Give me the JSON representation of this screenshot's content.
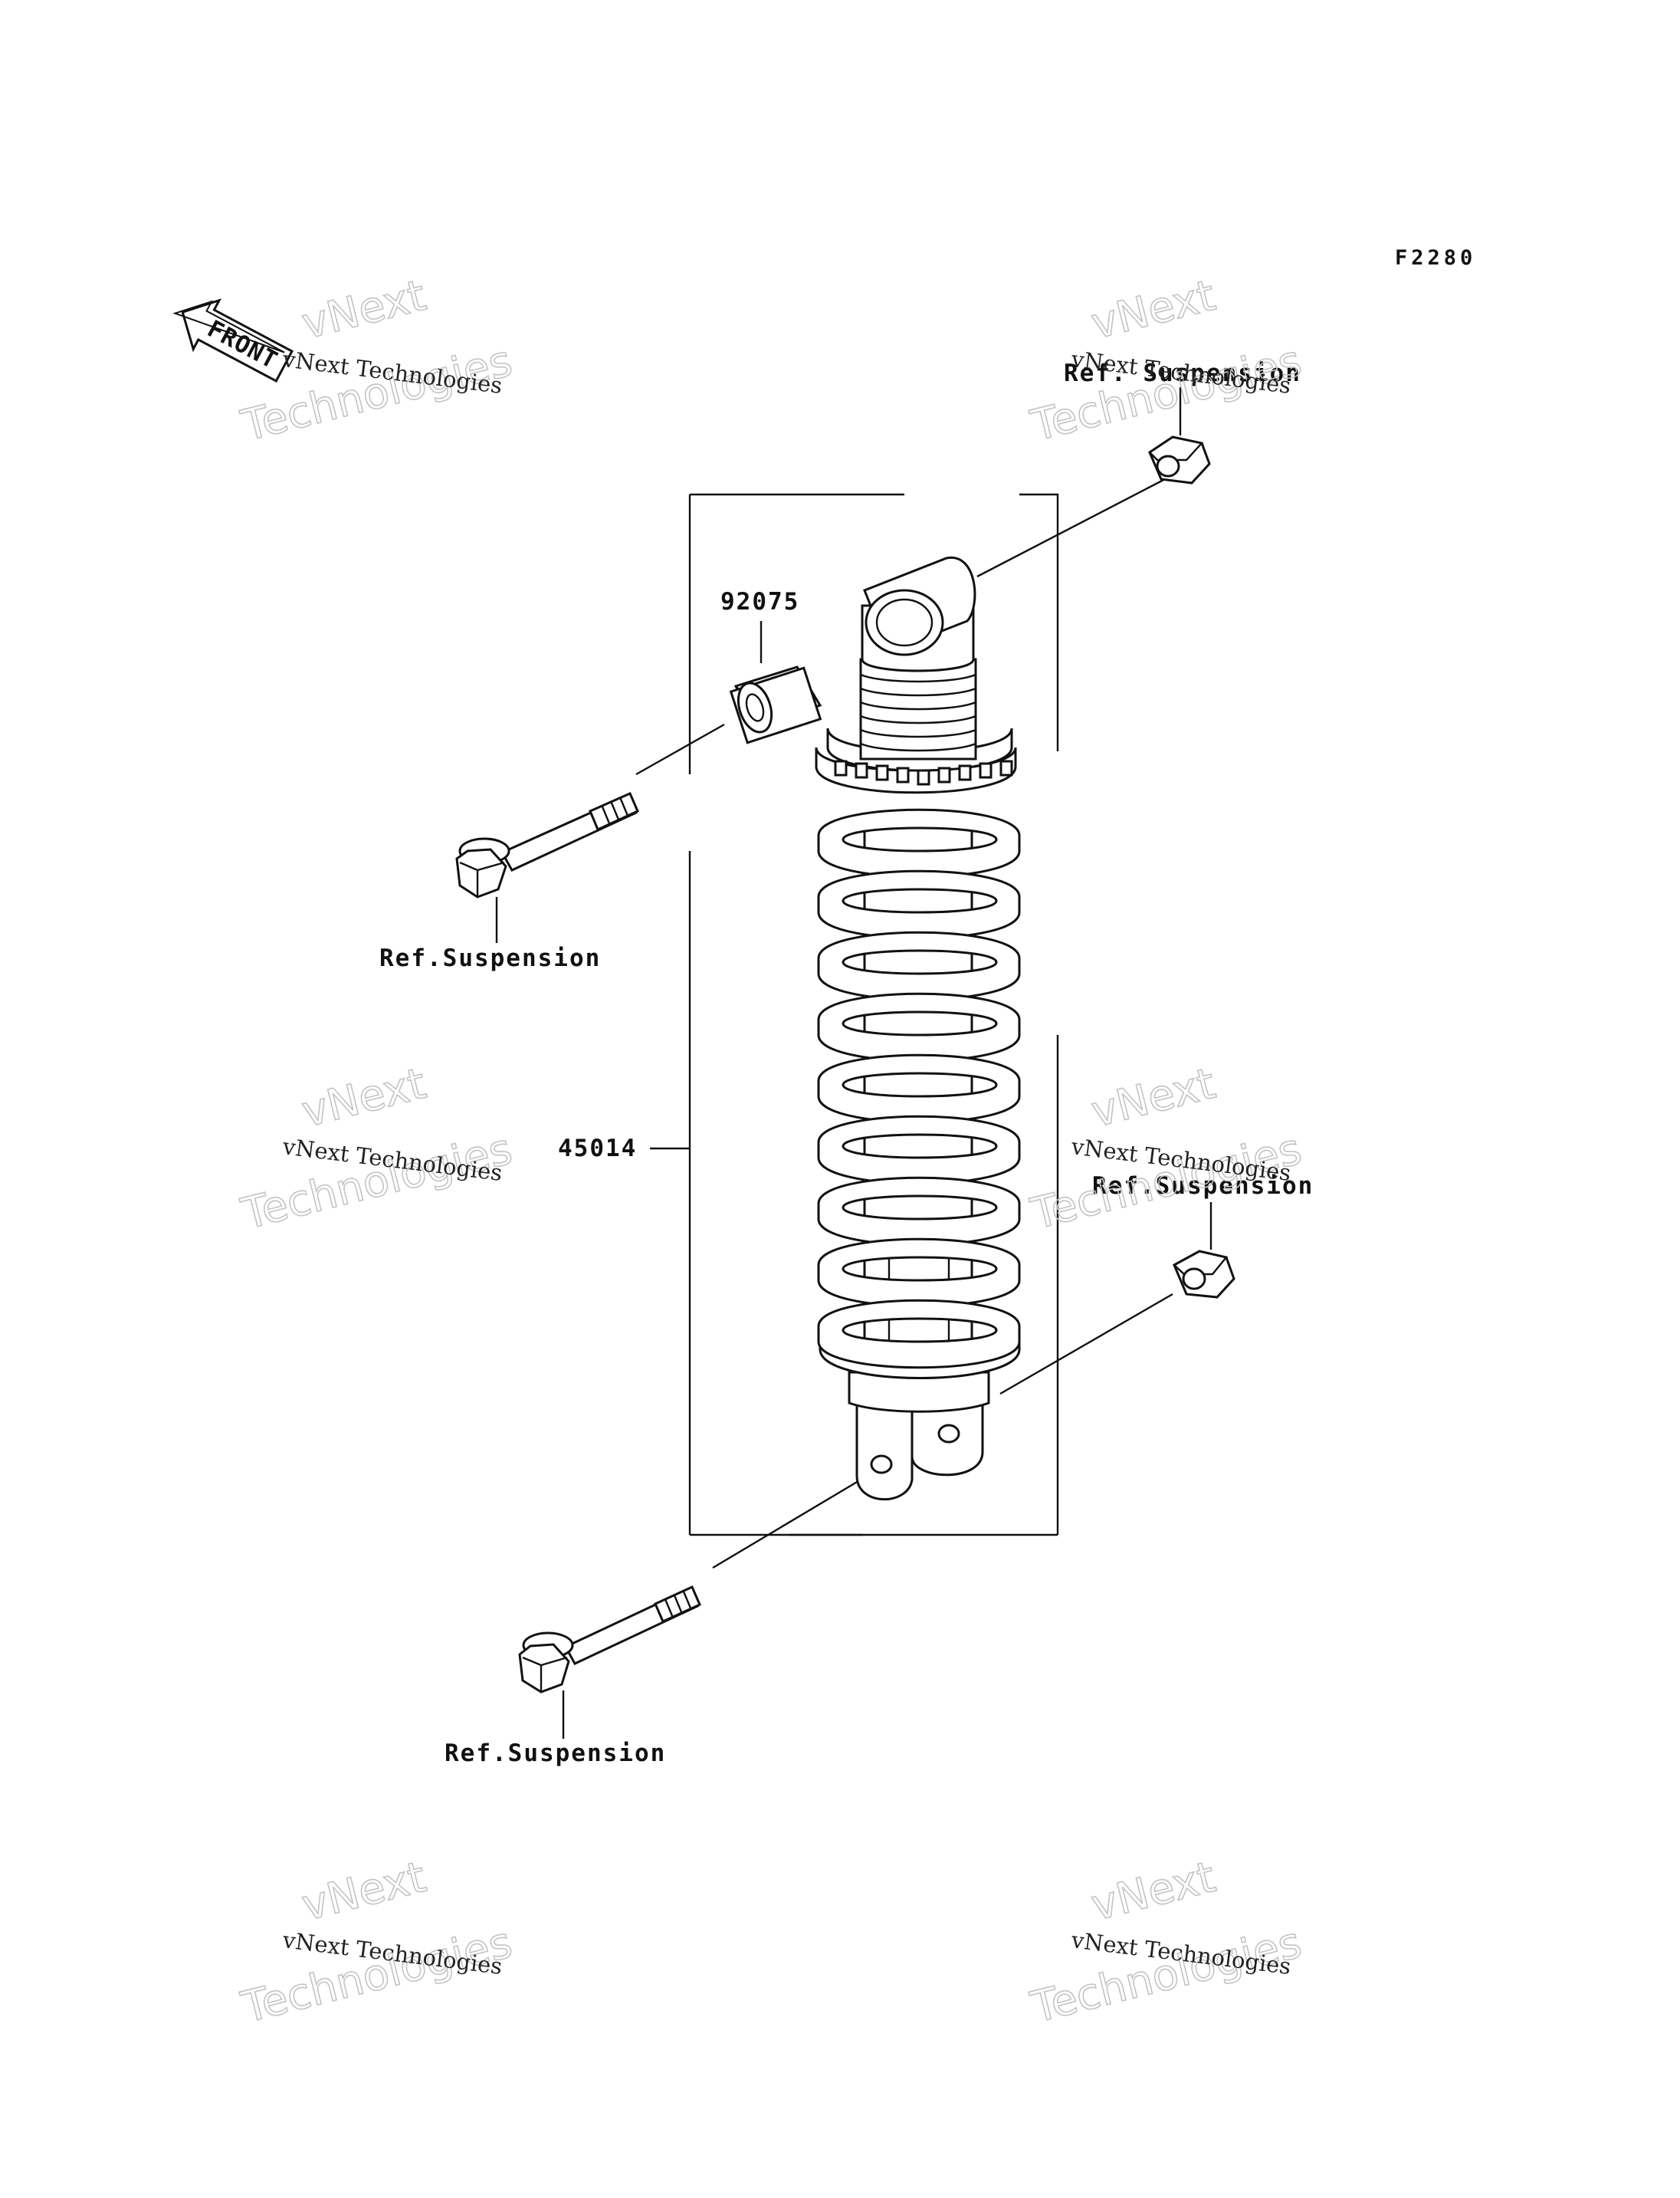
{
  "drawing_code": "F2280",
  "front_label": "FRONT",
  "parts": {
    "shock_absorber": "45014",
    "collar": "92075"
  },
  "references": {
    "upper_nut": "Ref. Suspension",
    "upper_bolt": "Ref.Suspension",
    "lower_nut": "Ref.Suspension",
    "lower_bolt": "Ref.Suspension"
  },
  "watermark": {
    "line_small": "vNext Technologies",
    "line_big_1": "vNext",
    "line_big_2": "Technologies"
  }
}
